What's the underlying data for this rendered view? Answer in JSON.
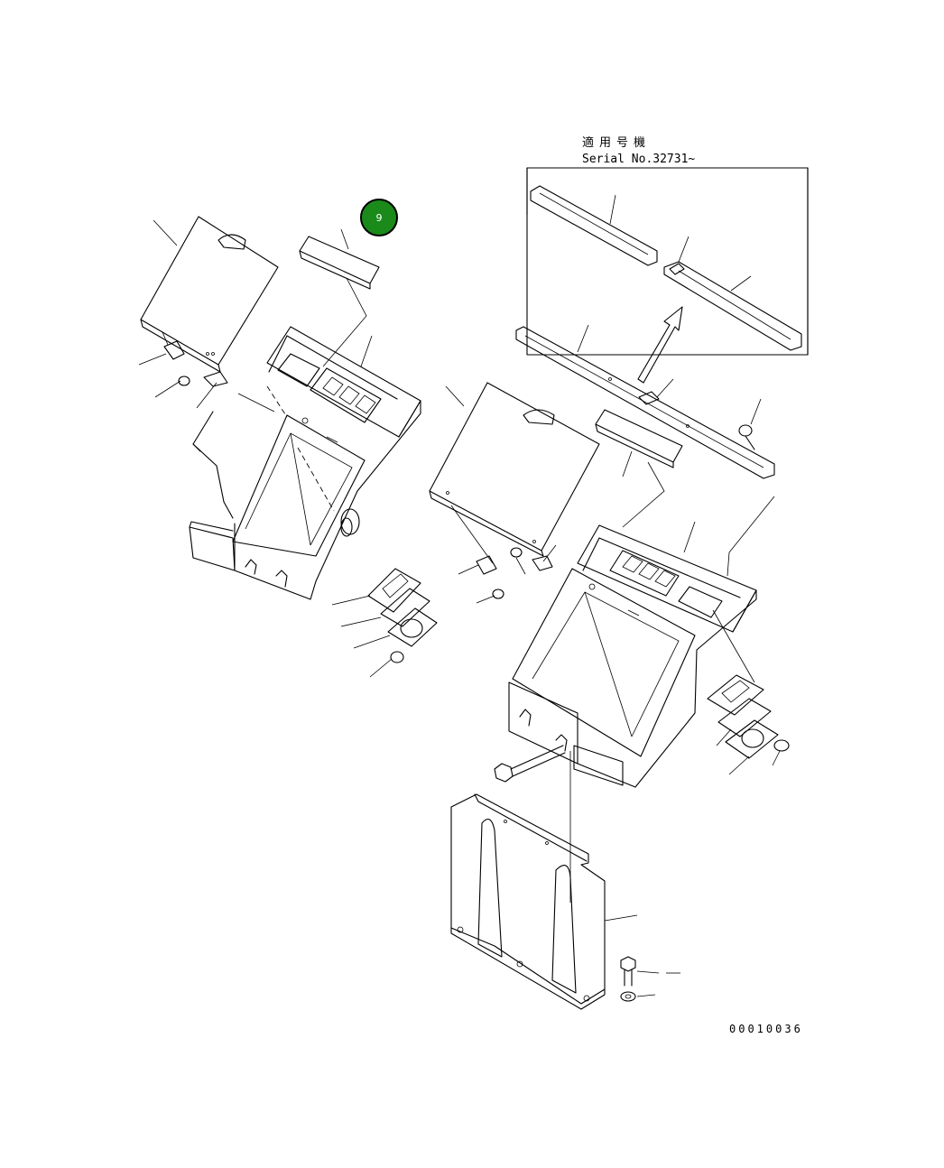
{
  "applicability": {
    "title_jp": "適用号機",
    "serial": "Serial No.32731~"
  },
  "callout": {
    "label": "9",
    "color": "#1a8a1a"
  },
  "drawing_number": "00010036"
}
